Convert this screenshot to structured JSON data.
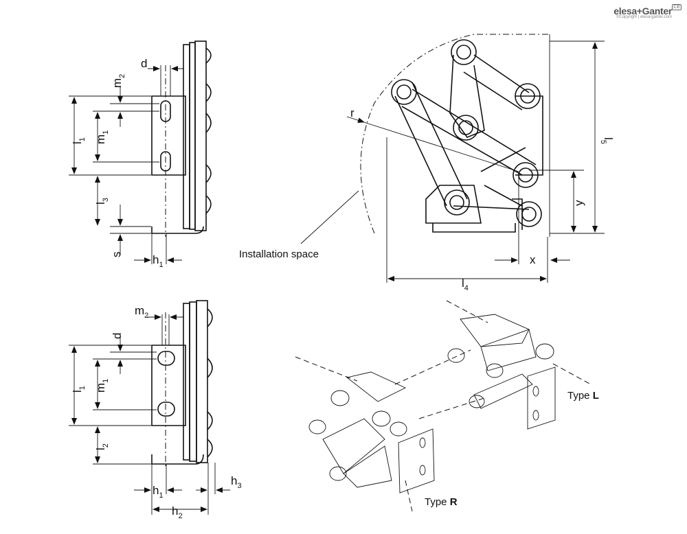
{
  "brand": {
    "name": "elesa+Ganter",
    "copyright": "©Copyright | elesa-ganter.com",
    "mark": "CE"
  },
  "top_left_view": {
    "dims": [
      "d",
      "m2",
      "l1",
      "m1",
      "l3",
      "s",
      "h1"
    ]
  },
  "bottom_left_view": {
    "dims": [
      "m2",
      "d",
      "l1",
      "m1",
      "l2",
      "h1",
      "h2",
      "h3"
    ]
  },
  "top_right_view": {
    "dims": [
      "r",
      "l5",
      "y",
      "x",
      "l4"
    ],
    "label_installation_space": "Installation space"
  },
  "iso_view": {
    "type_l_prefix": "Type ",
    "type_l_letter": "L",
    "type_r_prefix": "Type ",
    "type_r_letter": "R"
  }
}
